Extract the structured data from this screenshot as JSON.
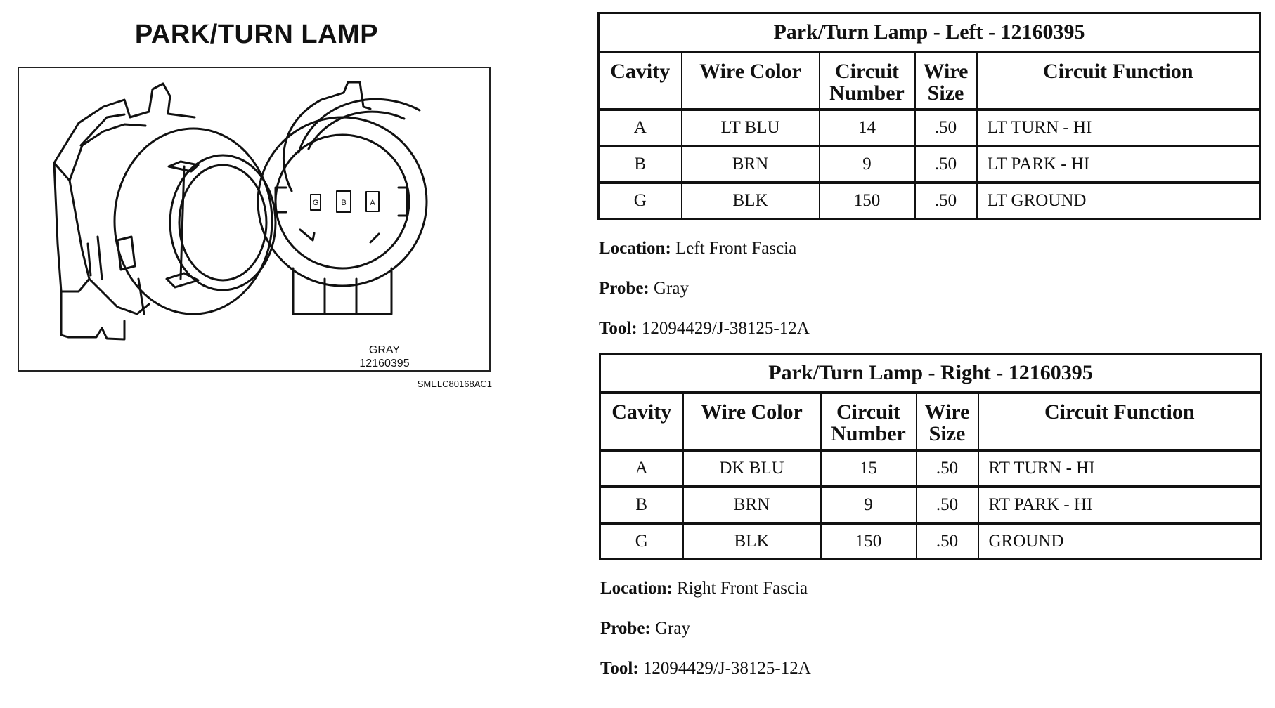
{
  "drawing": {
    "title": "PARK/TURN LAMP",
    "connector_color": "GRAY",
    "part_number": "12160395",
    "ref_code": "SMELC80168AC1",
    "cavity_labels": [
      "G",
      "B",
      "A"
    ]
  },
  "tables": [
    {
      "title": "Park/Turn Lamp - Left - 12160395",
      "headers": {
        "cavity": "Cavity",
        "wire_color": "Wire Color",
        "circuit_number_1": "Circuit",
        "circuit_number_2": "Number",
        "wire_size_1": "Wire",
        "wire_size_2": "Size",
        "circuit_function": "Circuit Function"
      },
      "rows": [
        {
          "cavity": "A",
          "wire_color": "LT BLU",
          "circuit": "14",
          "size": ".50",
          "function": "LT TURN - HI"
        },
        {
          "cavity": "B",
          "wire_color": "BRN",
          "circuit": "9",
          "size": ".50",
          "function": "LT PARK - HI"
        },
        {
          "cavity": "G",
          "wire_color": "BLK",
          "circuit": "150",
          "size": ".50",
          "function": "LT GROUND"
        }
      ],
      "location_label": "Location:",
      "location": "Left Front Fascia",
      "probe_label": "Probe:",
      "probe": "Gray",
      "tool_label": "Tool:",
      "tool": "12094429/J-38125-12A"
    },
    {
      "title": "Park/Turn Lamp - Right - 12160395",
      "headers": {
        "cavity": "Cavity",
        "wire_color": "Wire Color",
        "circuit_number_1": "Circuit",
        "circuit_number_2": "Number",
        "wire_size_1": "Wire",
        "wire_size_2": "Size",
        "circuit_function": "Circuit Function"
      },
      "rows": [
        {
          "cavity": "A",
          "wire_color": "DK BLU",
          "circuit": "15",
          "size": ".50",
          "function": "RT TURN - HI"
        },
        {
          "cavity": "B",
          "wire_color": "BRN",
          "circuit": "9",
          "size": ".50",
          "function": "RT PARK - HI"
        },
        {
          "cavity": "G",
          "wire_color": "BLK",
          "circuit": "150",
          "size": ".50",
          "function": "GROUND"
        }
      ],
      "location_label": "Location:",
      "location": "Right Front Fascia",
      "probe_label": "Probe:",
      "probe": "Gray",
      "tool_label": "Tool:",
      "tool": "12094429/J-38125-12A"
    }
  ]
}
